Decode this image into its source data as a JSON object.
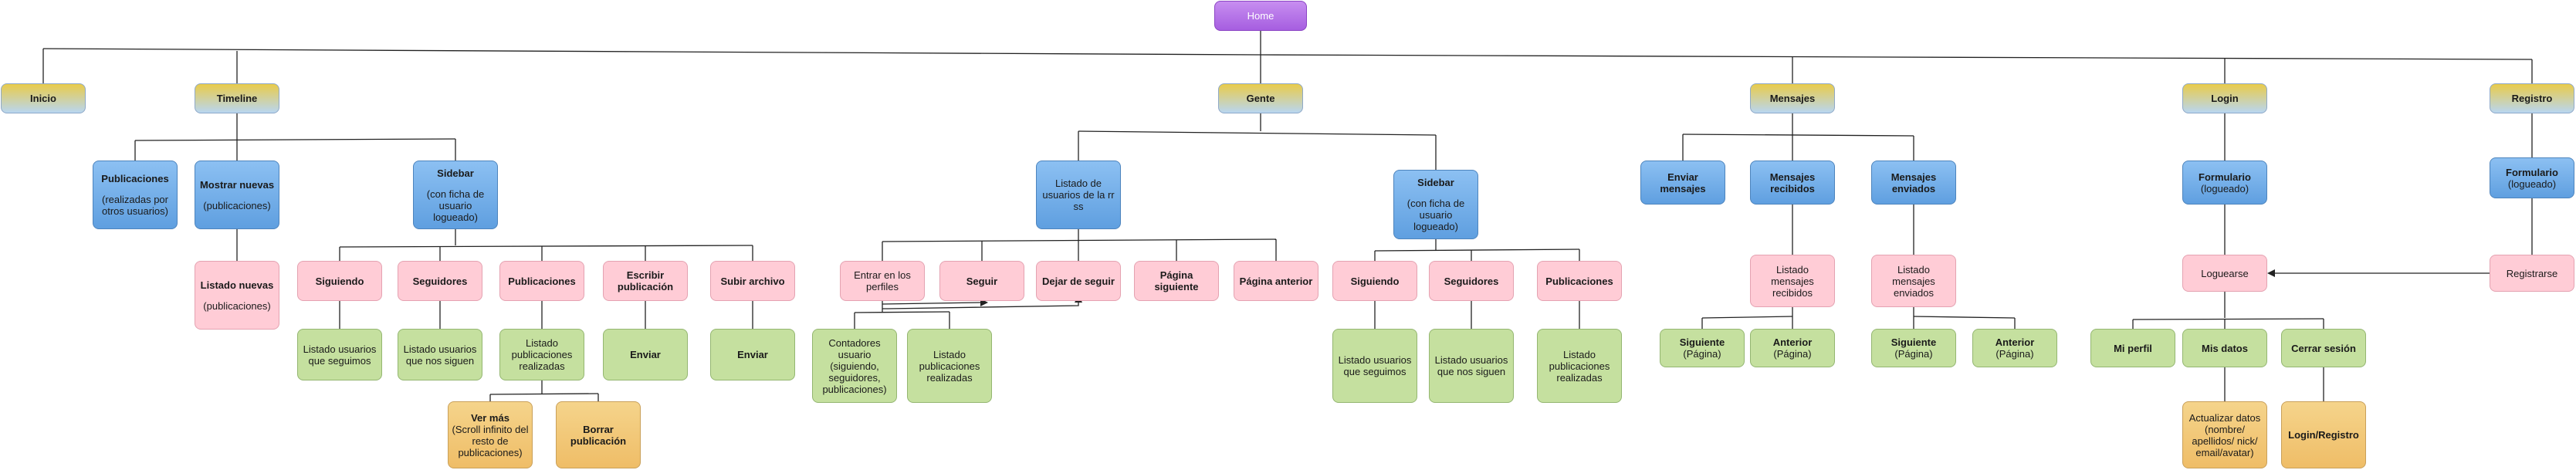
{
  "nodes": {
    "home": {
      "title": "Home"
    },
    "inicio": {
      "title": "Inicio"
    },
    "timeline": {
      "title": "Timeline"
    },
    "gente": {
      "title": "Gente"
    },
    "mensajes": {
      "title": "Mensajes"
    },
    "login": {
      "title": "Login"
    },
    "registro": {
      "title": "Registro"
    },
    "publicaciones_tl": {
      "title": "Publicaciones",
      "sub": "(realizadas por otros usuarios)"
    },
    "mostrar_nuevas": {
      "title": "Mostrar nuevas",
      "sub": "(publicaciones)"
    },
    "sidebar_tl": {
      "title": "Sidebar",
      "sub": "(con ficha de usuario logueado)"
    },
    "listado_nuevas": {
      "title": "Listado nuevas",
      "sub": "(publicaciones)"
    },
    "siguiendo_tl": {
      "title": "Siguiendo"
    },
    "seguidores_tl": {
      "title": "Seguidores"
    },
    "publicaciones_sb_tl": {
      "title": "Publicaciones"
    },
    "escribir_pub": {
      "title": "Escribir publicación"
    },
    "subir_archivo": {
      "title": "Subir archivo"
    },
    "listado_seguimos_tl": {
      "title": "Listado usuarios que seguimos"
    },
    "listado_nos_siguen_tl": {
      "title": "Listado usuarios que nos siguen"
    },
    "listado_pub_tl": {
      "title": "Listado publicaciones realizadas"
    },
    "enviar_1": {
      "title": "Enviar"
    },
    "enviar_2": {
      "title": "Enviar"
    },
    "ver_mas": {
      "title": "Ver más",
      "sub": "(Scroll infinito del resto de publicaciones)"
    },
    "borrar_pub": {
      "title": "Borrar publicación"
    },
    "listado_usuarios_rrss": {
      "title": "Listado de usuarios de la rr ss"
    },
    "sidebar_gente": {
      "title": "Sidebar",
      "sub": "(con ficha de usuario logueado)"
    },
    "entrar_perfiles": {
      "title": "Entrar en los perfiles"
    },
    "seguir": {
      "title": "Seguir"
    },
    "dejar_seguir": {
      "title": "Dejar de seguir"
    },
    "pagina_siguiente": {
      "title": "Página siguiente"
    },
    "pagina_anterior": {
      "title": "Página anterior"
    },
    "siguiendo_g": {
      "title": "Siguiendo"
    },
    "seguidores_g": {
      "title": "Seguidores"
    },
    "publicaciones_g": {
      "title": "Publicaciones"
    },
    "contadores": {
      "title": "Contadores usuario (siguiendo, seguidores, publicaciones)"
    },
    "listado_pub_perfil": {
      "title": "Listado publicaciones realizadas"
    },
    "listado_seguimos_g": {
      "title": "Listado usuarios que seguimos"
    },
    "listado_nos_siguen_g": {
      "title": "Listado usuarios que nos siguen"
    },
    "listado_pub_g": {
      "title": "Listado publicaciones realizadas"
    },
    "enviar_mensajes": {
      "title": "Enviar mensajes"
    },
    "mensajes_recibidos": {
      "title": "Mensajes recibidos"
    },
    "mensajes_enviados": {
      "title": "Mensajes enviados"
    },
    "listado_recibidos": {
      "title": "Listado mensajes recibidos"
    },
    "listado_enviados": {
      "title": "Listado mensajes enviados"
    },
    "siguiente_rec": {
      "title": "Siguiente",
      "sub": "(Página)"
    },
    "anterior_rec": {
      "title": "Anterior",
      "sub": "(Página)"
    },
    "siguiente_env": {
      "title": "Siguiente",
      "sub": "(Página)"
    },
    "anterior_env": {
      "title": "Anterior",
      "sub": "(Página)"
    },
    "formulario_login": {
      "title": "Formulario",
      "sub": "(logueado)"
    },
    "loguearse": {
      "title": "Loguearse"
    },
    "mi_perfil": {
      "title": "Mi perfil"
    },
    "mis_datos": {
      "title": "Mis datos"
    },
    "cerrar_sesion": {
      "title": "Cerrar sesión"
    },
    "actualizar_datos": {
      "title": "Actualizar datos (nombre/ apellidos/ nick/ email/avatar)"
    },
    "login_registro": {
      "title": "Login/Registro"
    },
    "formulario_registro": {
      "title": "Formulario",
      "sub": "(logueado)"
    },
    "registrarse": {
      "title": "Registrarse"
    }
  },
  "colors": {
    "line": "#222222",
    "yellow": "#e9cb4a",
    "purple": "#b072e8",
    "blue": "#6fa8e8",
    "pink": "#ffccd6",
    "green": "#c5e09f",
    "orange": "#f2c874"
  }
}
